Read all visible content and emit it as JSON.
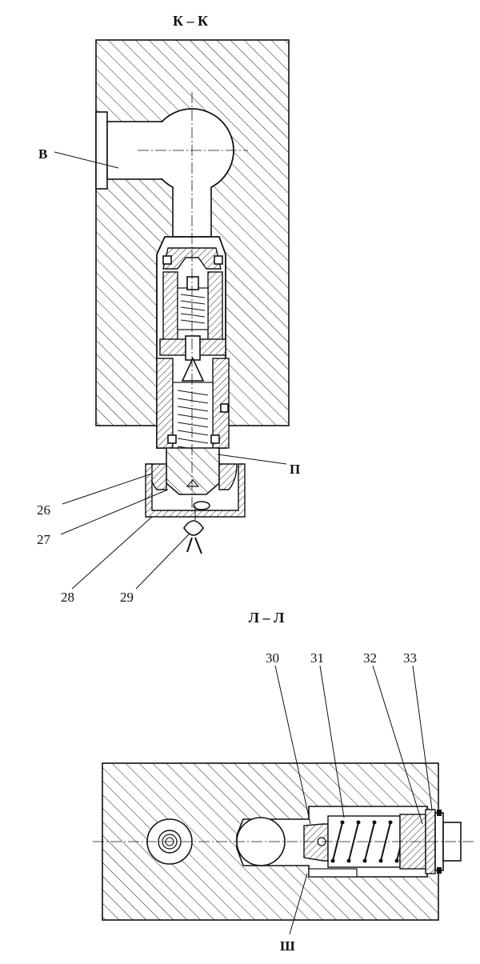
{
  "sections": {
    "kk": {
      "title": "К – К",
      "labels": {
        "v": "В",
        "p": "П",
        "n26": "26",
        "n27": "27",
        "n28": "28",
        "n29": "29"
      }
    },
    "ll": {
      "title": "Л – Л",
      "labels": {
        "n30": "30",
        "n31": "31",
        "n32": "32",
        "n33": "33",
        "sh": "Ш"
      }
    }
  }
}
